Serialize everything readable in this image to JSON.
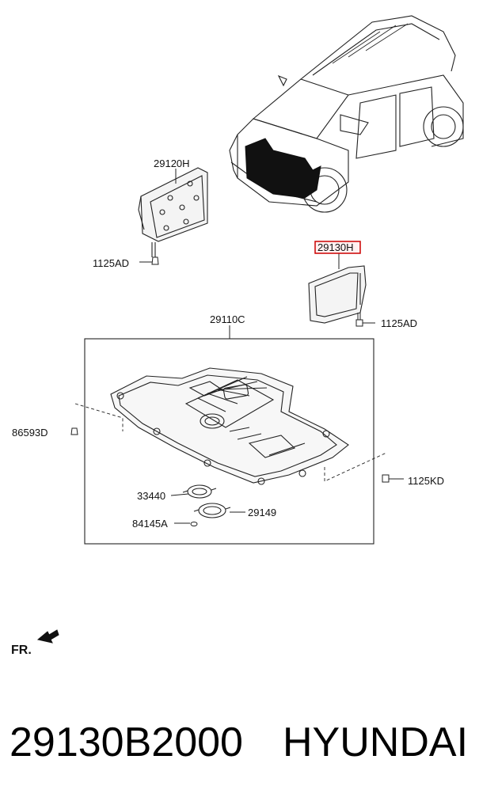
{
  "labels": {
    "p29120H": "29120H",
    "p1125AD_left": "1125AD",
    "p29130H": "29130H",
    "p1125AD_right": "1125AD",
    "p29110C": "29110C",
    "p86593D": "86593D",
    "p1125KD": "1125KD",
    "p33440": "33440",
    "p29149": "29149",
    "p84145A": "84145A",
    "fr": "FR."
  },
  "highlight_color": "#cc0000",
  "footer": {
    "part_number": "29130B2000",
    "brand": "HYUNDAI"
  }
}
